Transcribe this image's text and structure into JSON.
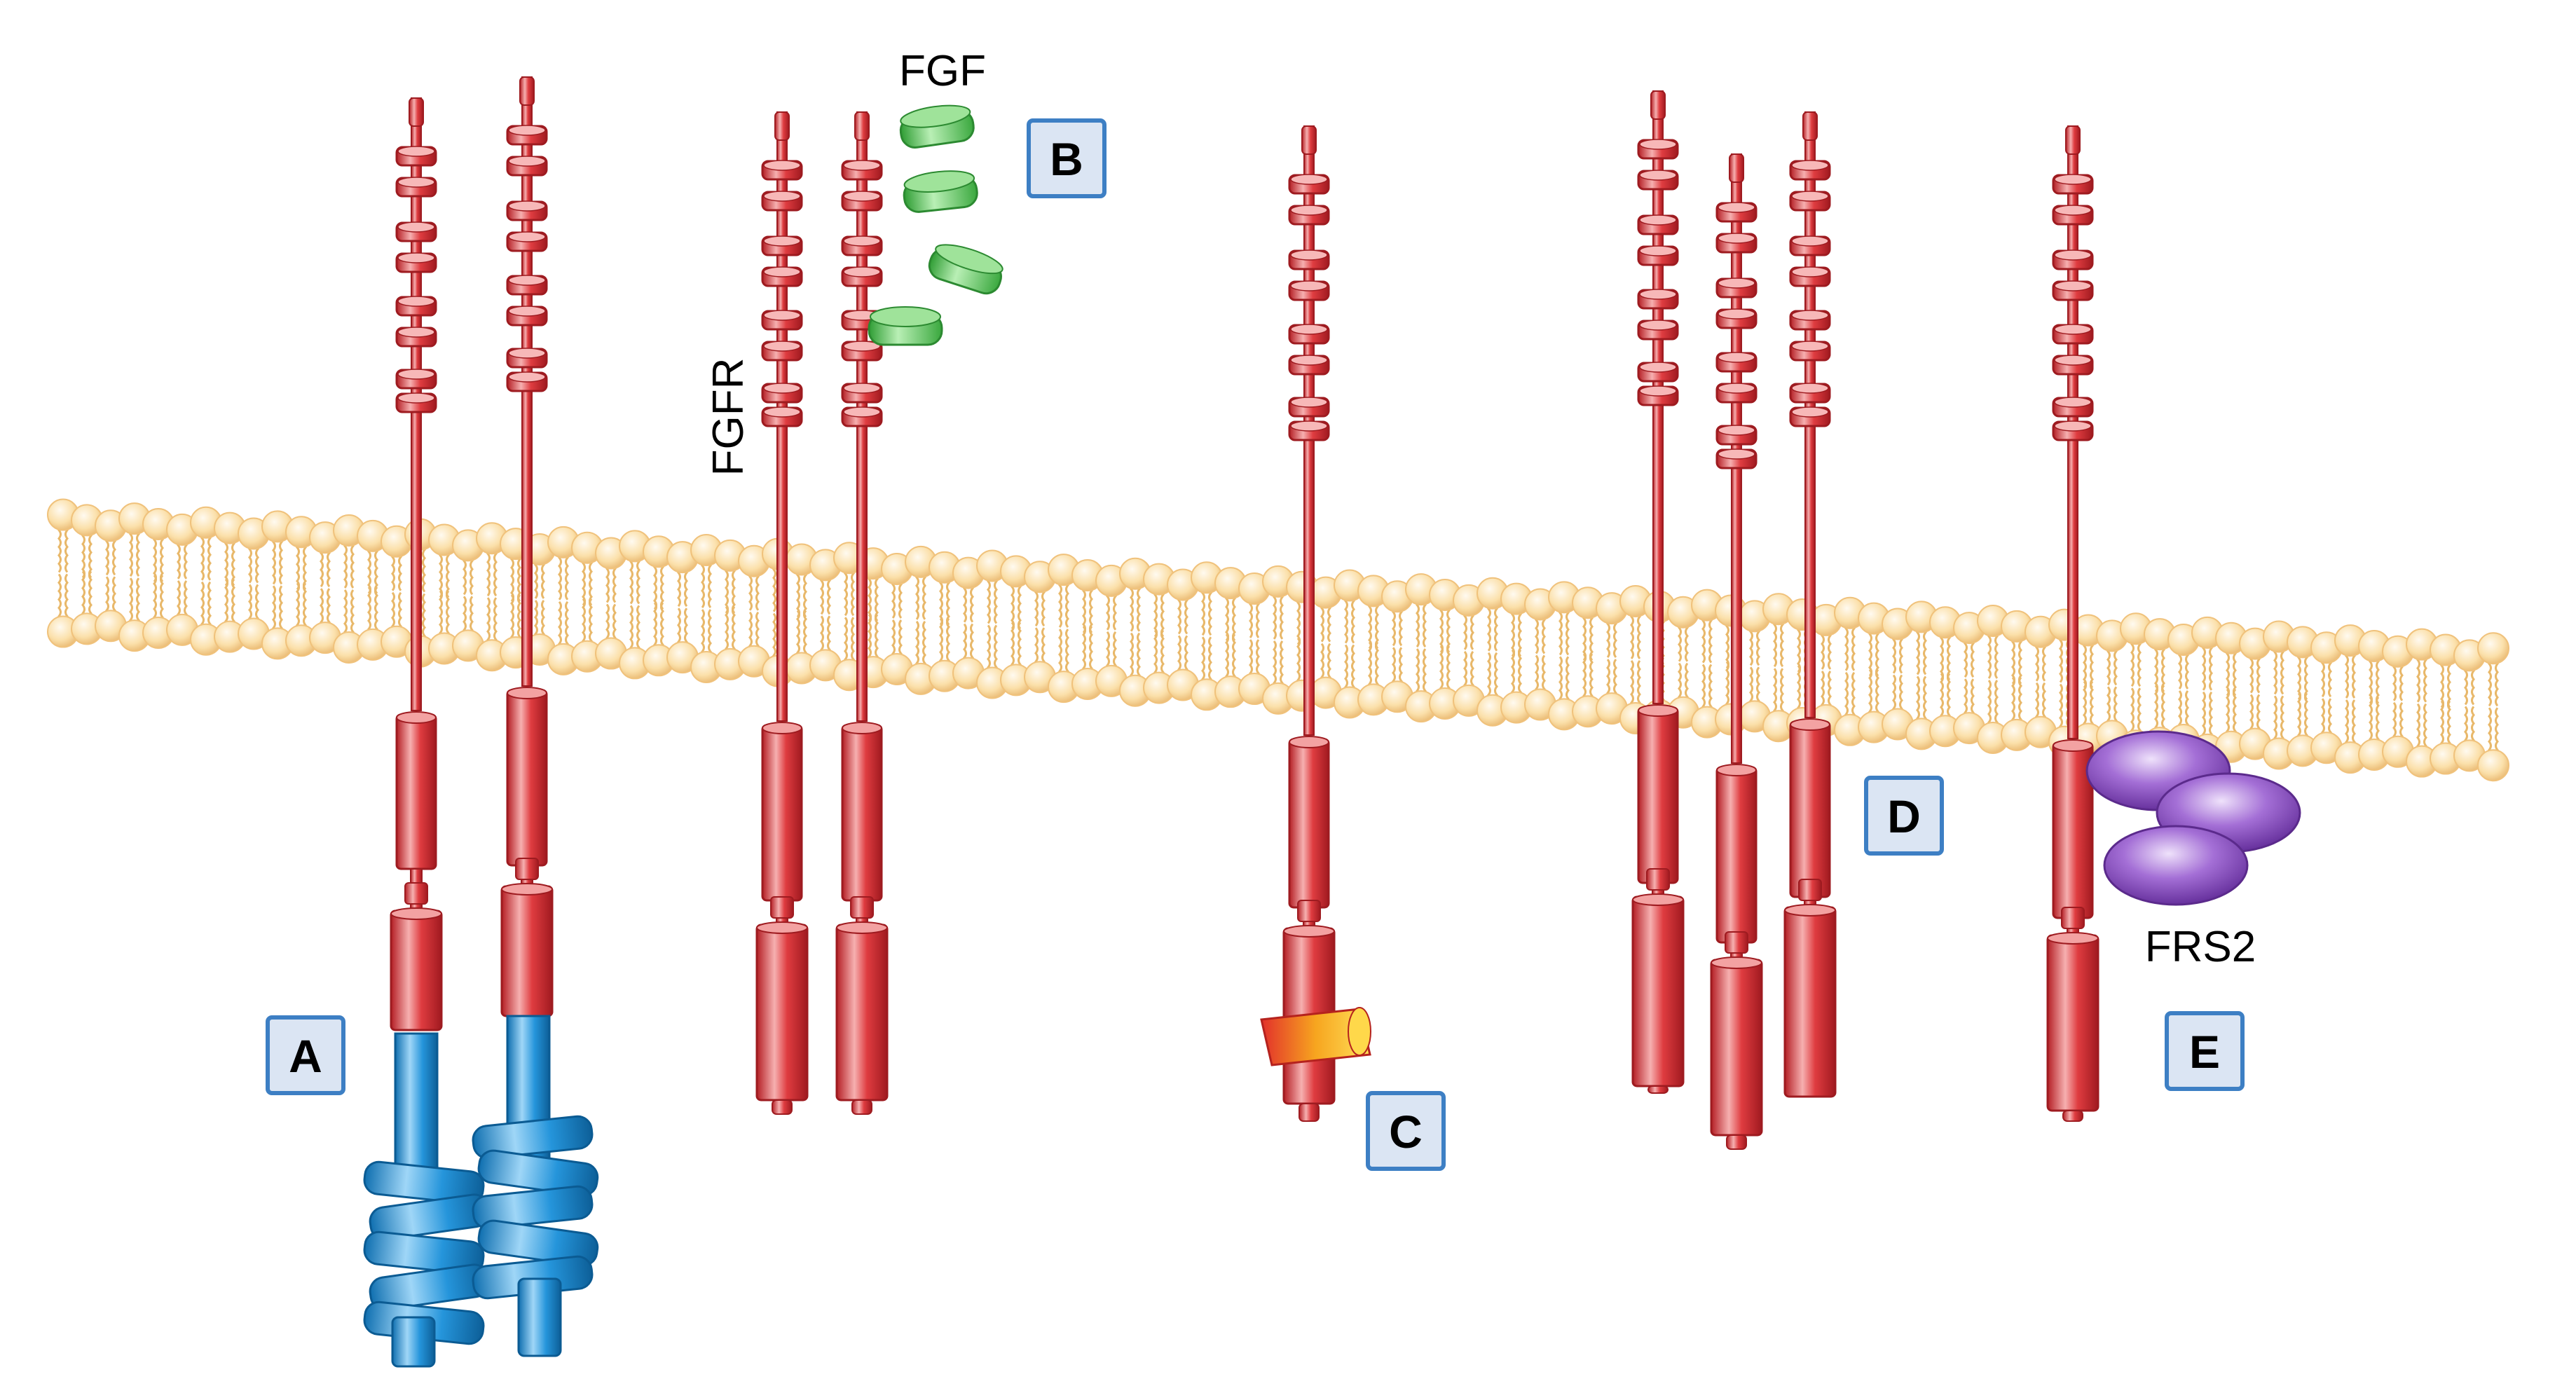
{
  "labels": {
    "fgf": "FGF",
    "fgfr": "FGFR",
    "frs2": "FRS2"
  },
  "panels": [
    "A",
    "B",
    "C",
    "D",
    "E"
  ],
  "colors": {
    "receptor": "#d9343a",
    "receptor_highlight": "#f6b0b0",
    "membrane_head": "#f9d596",
    "membrane_tail": "#e8b86a",
    "fgf_ligand": "#46b946",
    "partner_protein_A": "#1f8fd4",
    "yellow_domain_C": "#f5a21b",
    "frs2": "#7b3fb0",
    "panel_box_fill": "#dbe5f3",
    "panel_box_stroke": "#3d7fc4"
  }
}
